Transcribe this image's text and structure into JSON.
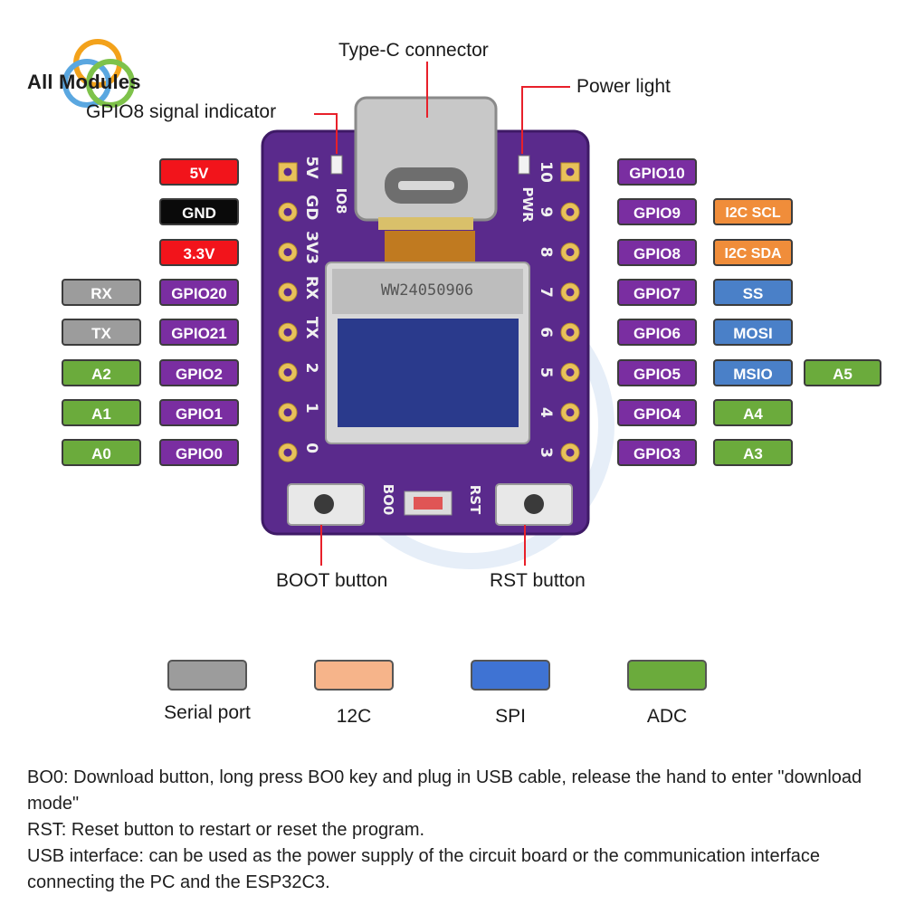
{
  "logo": {
    "text": "All Modules"
  },
  "callouts": {
    "type_c": "Type-C connector",
    "power_light": "Power light",
    "gpio8_indicator": "GPIO8 signal indicator",
    "boot_button": "BOOT button",
    "rst_button": "RST button"
  },
  "board": {
    "silk_left": [
      "5V",
      "GD",
      "3V3",
      "RX",
      "TX",
      "2",
      "1",
      "0"
    ],
    "silk_right": [
      "10",
      "9",
      "8",
      "7",
      "6",
      "5",
      "4",
      "3"
    ],
    "io8_label": "IO8",
    "pwr_label": "PWR",
    "oled_code": "WW24050906",
    "bo0_label": "BO0",
    "rst_label": "RST"
  },
  "left_pins": [
    {
      "pin": "5V",
      "color": "red"
    },
    {
      "pin": "GND",
      "color": "black"
    },
    {
      "pin": "3.3V",
      "color": "red"
    },
    {
      "pin": "GPIO20",
      "color": "purple",
      "func": "RX",
      "func_color": "grey"
    },
    {
      "pin": "GPIO21",
      "color": "purple",
      "func": "TX",
      "func_color": "grey"
    },
    {
      "pin": "GPIO2",
      "color": "purple",
      "func": "A2",
      "func_color": "green"
    },
    {
      "pin": "GPIO1",
      "color": "purple",
      "func": "A1",
      "func_color": "green"
    },
    {
      "pin": "GPIO0",
      "color": "purple",
      "func": "A0",
      "func_color": "green"
    }
  ],
  "right_pins": [
    {
      "pin": "GPIO10",
      "color": "purple"
    },
    {
      "pin": "GPIO9",
      "color": "purple",
      "func": "I2C SCL",
      "func_color": "orange"
    },
    {
      "pin": "GPIO8",
      "color": "purple",
      "func": "I2C SDA",
      "func_color": "orange"
    },
    {
      "pin": "GPIO7",
      "color": "purple",
      "func": "SS",
      "func_color": "blue"
    },
    {
      "pin": "GPIO6",
      "color": "purple",
      "func": "MOSI",
      "func_color": "blue"
    },
    {
      "pin": "GPIO5",
      "color": "purple",
      "func": "MSIO",
      "func_color": "blue",
      "func2": "A5",
      "func2_color": "green"
    },
    {
      "pin": "GPIO4",
      "color": "purple",
      "func": "A4",
      "func_color": "green"
    },
    {
      "pin": "GPIO3",
      "color": "purple",
      "func": "A3",
      "func_color": "green"
    }
  ],
  "legend": [
    {
      "label": "Serial port",
      "color": "#9c9c9c"
    },
    {
      "label": "12C",
      "color": "#f6b48a"
    },
    {
      "label": "SPI",
      "color": "#3f73d3"
    },
    {
      "label": "ADC",
      "color": "#6bab3c"
    }
  ],
  "notes": [
    "BO0: Download button, long press BO0 key and plug in USB cable, release the hand to enter \"download mode\"",
    "RST: Reset button to restart or reset the program.",
    "USB interface: can be used as the power supply of the circuit board or the communication interface connecting the PC and the ESP32C3."
  ],
  "colors": {
    "board": "#5a2a8c",
    "board_edge": "#3e1a66",
    "pad_gold": "#e8c15a",
    "callout_line": "#e8202a"
  }
}
